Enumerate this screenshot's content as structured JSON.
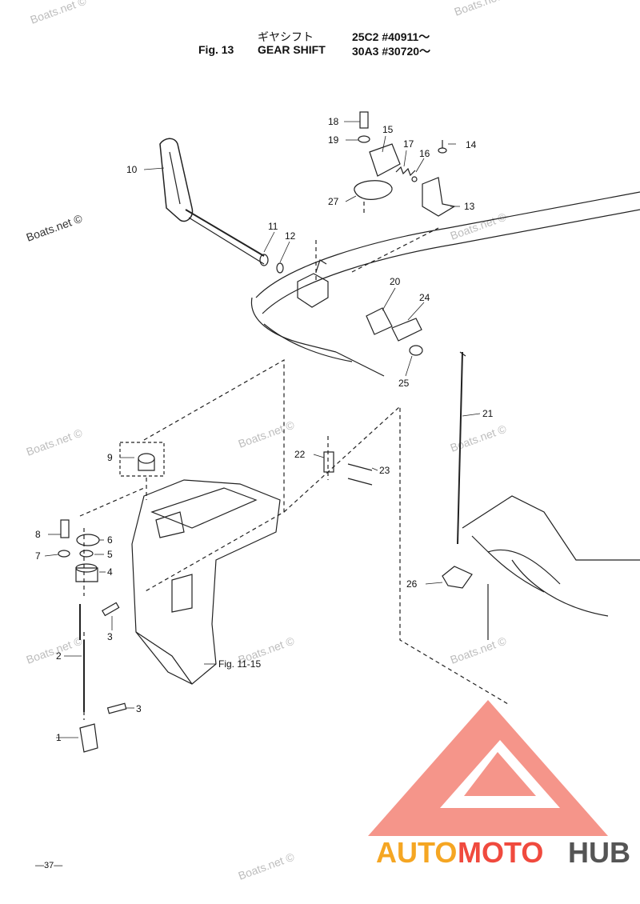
{
  "header": {
    "title_jp": "ギヤシフト",
    "fig_label": "Fig. 13",
    "title_en": "GEAR SHIFT",
    "serial_1": "25C2 #40911～",
    "serial_2": "30A3 #30720～"
  },
  "parts": [
    "1",
    "2",
    "3",
    "3",
    "4",
    "5",
    "6",
    "7",
    "8",
    "9",
    "10",
    "11",
    "12",
    "13",
    "14",
    "15",
    "16",
    "17",
    "18",
    "19",
    "20",
    "21",
    "22",
    "23",
    "24",
    "25",
    "26",
    "27"
  ],
  "reference": "Fig. 11-15",
  "watermark": "Boats.net ©",
  "watermark_left": "Boats.net ©",
  "page_number": "—37—",
  "logo": {
    "part1": "AUTO",
    "part2": "MOTO",
    "part3": "HUB",
    "color_red": "#f04a3e",
    "color_orange": "#f5a623",
    "color_gray": "#555555"
  }
}
